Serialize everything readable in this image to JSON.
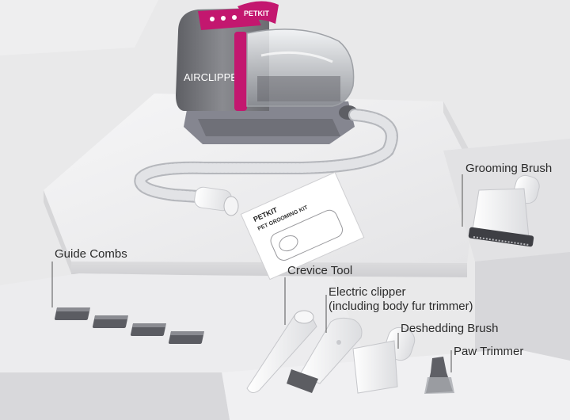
{
  "image": {
    "colors": {
      "background": "#e9e9ea",
      "platform_top": "#f3f3f4",
      "platform_side": "#d9d9db",
      "device_body": "#727378",
      "accent": "#c3176f",
      "label_text": "#2b2b2b",
      "leader_line": "#555555"
    },
    "product": {
      "brand_text": "AIRCLIPPER",
      "handle_brand": "PETKIT",
      "manual_brand": "PETKIT",
      "manual_title": "PET GROOMING KIT"
    },
    "labels": {
      "grooming_brush": "Grooming Brush",
      "guide_combs": "Guide Combs",
      "crevice_tool": "Crevice Tool",
      "electric_clipper_line1": "Electric clipper",
      "electric_clipper_line2": "(including body fur trimmer)",
      "deshedding_brush": "Deshedding Brush",
      "paw_trimmer": "Paw Trimmer"
    }
  }
}
